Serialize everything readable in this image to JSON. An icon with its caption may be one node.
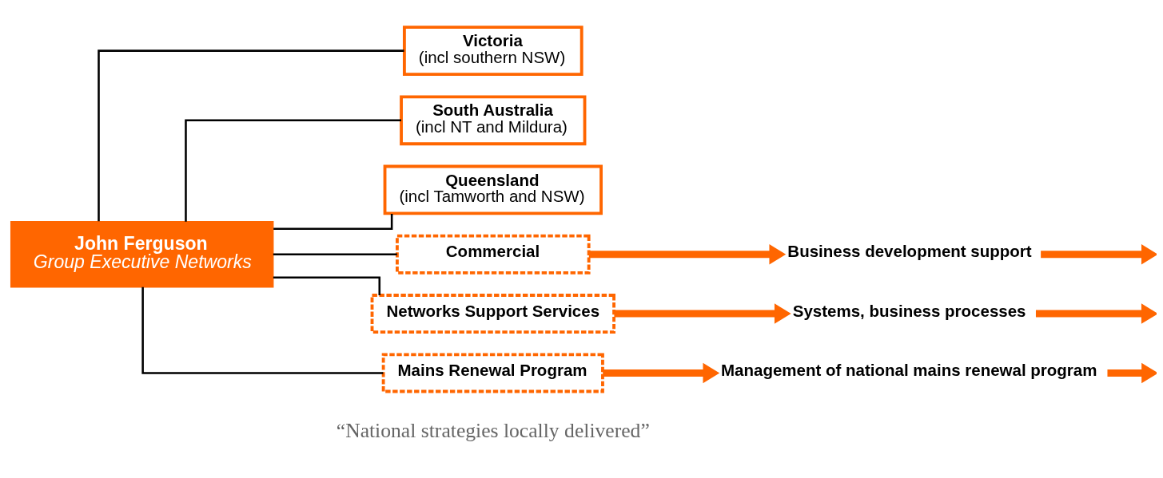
{
  "diagram": {
    "nodes": [
      {
        "text": [
          "John Ferguson",
          "Group Executive Networks"
        ]
      },
      {
        "text": [
          "Victoria",
          "(incl southern NSW)"
        ]
      },
      {
        "text": [
          "South Australia",
          "(incl NT and Mildura)"
        ]
      },
      {
        "text": [
          "Queensland",
          "(incl Tamworth and NSW)"
        ]
      },
      {
        "text": [
          "Commercial"
        ]
      },
      {
        "text": [
          "Networks Support Services"
        ]
      },
      {
        "text": [
          "Mains Renewal Program"
        ]
      },
      {
        "text": [
          "Business development support"
        ]
      },
      {
        "text": [
          "Systems, business processes"
        ]
      },
      {
        "text": [
          "Management of national mains renewal program"
        ]
      }
    ],
    "edges": [
      {
        "from": 0,
        "to": 1,
        "arrow": "none"
      },
      {
        "from": 0,
        "to": 2,
        "arrow": "none"
      },
      {
        "from": 0,
        "to": 3,
        "arrow": "none"
      },
      {
        "from": 0,
        "to": 4,
        "arrow": "none"
      },
      {
        "from": 0,
        "to": 5,
        "arrow": "none"
      },
      {
        "from": 0,
        "to": 6,
        "arrow": "none"
      },
      {
        "from": 4,
        "to": 7,
        "arrow": "to",
        "style": "thick",
        "color": "#ff6600"
      },
      {
        "from": 5,
        "to": 8,
        "arrow": "to",
        "style": "thick",
        "color": "#ff6600"
      },
      {
        "from": 6,
        "to": 9,
        "arrow": "to",
        "style": "thick",
        "color": "#ff6600"
      },
      {
        "from": 7,
        "to": null,
        "arrow": "to",
        "style": "thick",
        "color": "#ff6600"
      },
      {
        "from": 8,
        "to": null,
        "arrow": "to",
        "style": "thick",
        "color": "#ff6600"
      },
      {
        "from": 9,
        "to": null,
        "arrow": "to",
        "style": "thick",
        "color": "#ff6600"
      }
    ],
    "labels": [
      "“National strategies locally delivered”"
    ]
  }
}
